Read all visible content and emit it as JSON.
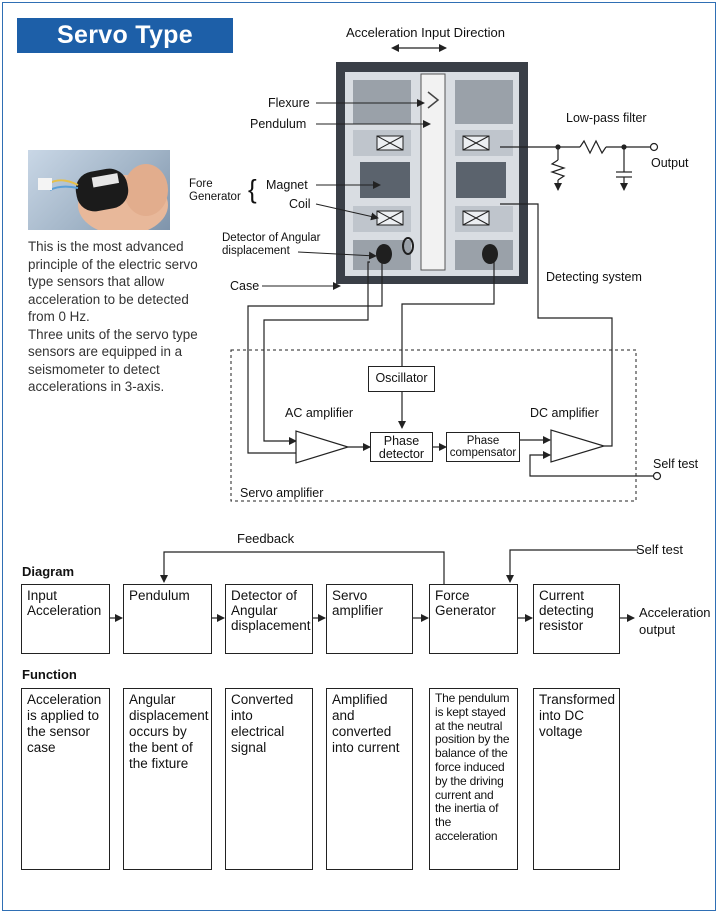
{
  "title": "Servo Type",
  "description": [
    "This is the most advanced principle of the electric servo type sensors that allow acceleration to be detected from 0 Hz.",
    "Three units of the servo type sensors are equipped in a seismometer to detect accelerations in 3-axis."
  ],
  "sensor": {
    "input_direction": "Acceleration Input Direction",
    "flexure": "Flexure",
    "pendulum": "Pendulum",
    "fore_generator": "Fore Generator",
    "magnet": "Magnet",
    "coil": "Coil",
    "detector": "Detector of Angular displacement",
    "case": "Case",
    "low_pass_filter": "Low-pass filter",
    "output": "Output",
    "detecting_system": "Detecting system"
  },
  "circuit": {
    "oscillator": "Oscillator",
    "ac_amplifier": "AC amplifier",
    "dc_amplifier": "DC amplifier",
    "phase_detector": "Phase detector",
    "phase_compensator": "Phase compensator",
    "self_test": "Self test",
    "servo_amplifier": "Servo amplifier"
  },
  "diagram": {
    "heading": "Diagram",
    "feedback": "Feedback",
    "self_test": "Self test",
    "blocks": [
      "Input Acceleration",
      "Pendulum",
      "Detector of Angular displacement",
      "Servo amplifier",
      "Force Generator",
      "Current detecting resistor"
    ],
    "output": "Acceleration output"
  },
  "function": {
    "heading": "Function",
    "items": [
      "Acceleration is applied to the sensor case",
      "Angular displacement occurs by the bent of the fixture",
      "Converted into electrical signal",
      "Amplified and converted into current",
      "The pendulum is kept stayed at the neutral position by the balance of the force induced by the driving current and the inertia of the acceleration",
      "Transformed into DC voltage"
    ]
  },
  "colors": {
    "accent": "#1d5fa8",
    "frame": "#2f6fb4",
    "case_dark": "#3a3f47"
  }
}
